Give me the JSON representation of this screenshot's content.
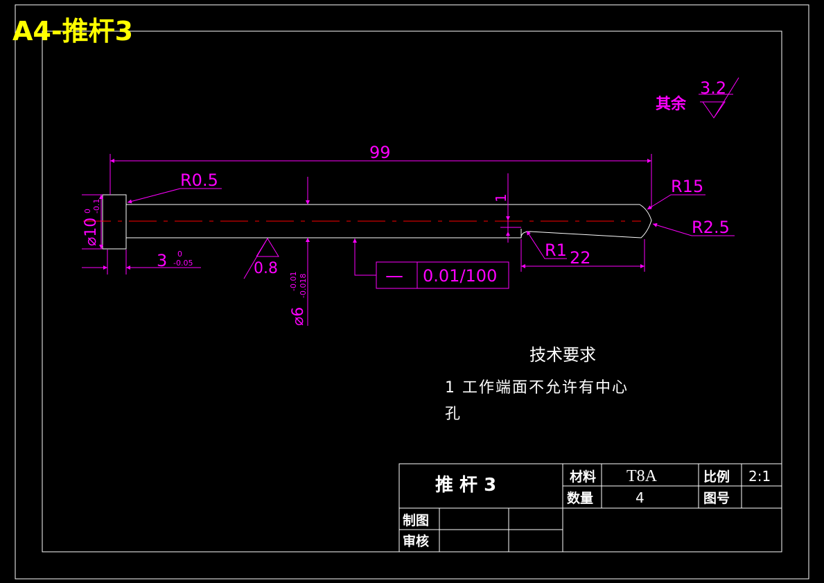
{
  "sheet_title": "A4-推杆3",
  "colors": {
    "background": "#000000",
    "outline": "#ffffff",
    "dimension": "#ff00ff",
    "centerline": "#ff0000",
    "title_text": "#ffff00"
  },
  "roughness_general": {
    "label": "其余",
    "value": "3.2"
  },
  "part": {
    "total_length": "99",
    "head_fillet": "R0.5",
    "tip_radius": "R15",
    "tip_edge_radius": "R2.5",
    "neck_radius": "R1",
    "reduced_length": "22",
    "reduced_depth": "1",
    "head_diameter": "⌀10",
    "head_diameter_upper": "0",
    "head_diameter_lower": "-0.1",
    "head_thickness": "3",
    "head_thickness_upper": "0",
    "head_thickness_lower": "-0.05",
    "shank_diameter": "⌀6",
    "shank_diameter_upper": "-0.01",
    "shank_diameter_lower": "-0.018",
    "shank_roughness": "0.8",
    "straightness_symbol": "—",
    "straightness_value": "0.01/100"
  },
  "technical_requirements": {
    "heading": "技术要求",
    "line1": "1  工作端面不允许有中心",
    "line2": "孔"
  },
  "title_block": {
    "part_name": "推 杆 3",
    "material_label": "材料",
    "material_value": "T8A",
    "scale_label": "比例",
    "scale_value": "2:1",
    "quantity_label": "数量",
    "quantity_value": "4",
    "drawing_no_label": "图号",
    "drawn_label": "制图",
    "checked_label": "审核"
  }
}
